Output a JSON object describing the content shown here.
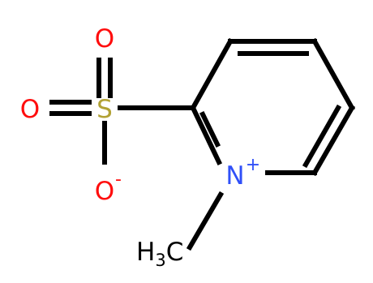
{
  "structure": {
    "atoms": {
      "o_top": "O",
      "o_left": "O",
      "sulfur": "S",
      "o_bottom": "O",
      "o_bottom_charge": "-",
      "nitrogen": "N",
      "nitrogen_charge": "+",
      "methyl_h": "H",
      "methyl_sub": "3",
      "methyl_c": "C"
    },
    "colors": {
      "bond": "#000000",
      "oxygen": "#ff0d0d",
      "sulfur": "#b2a235",
      "nitrogen": "#3050f8",
      "carbon": "#000000"
    }
  }
}
